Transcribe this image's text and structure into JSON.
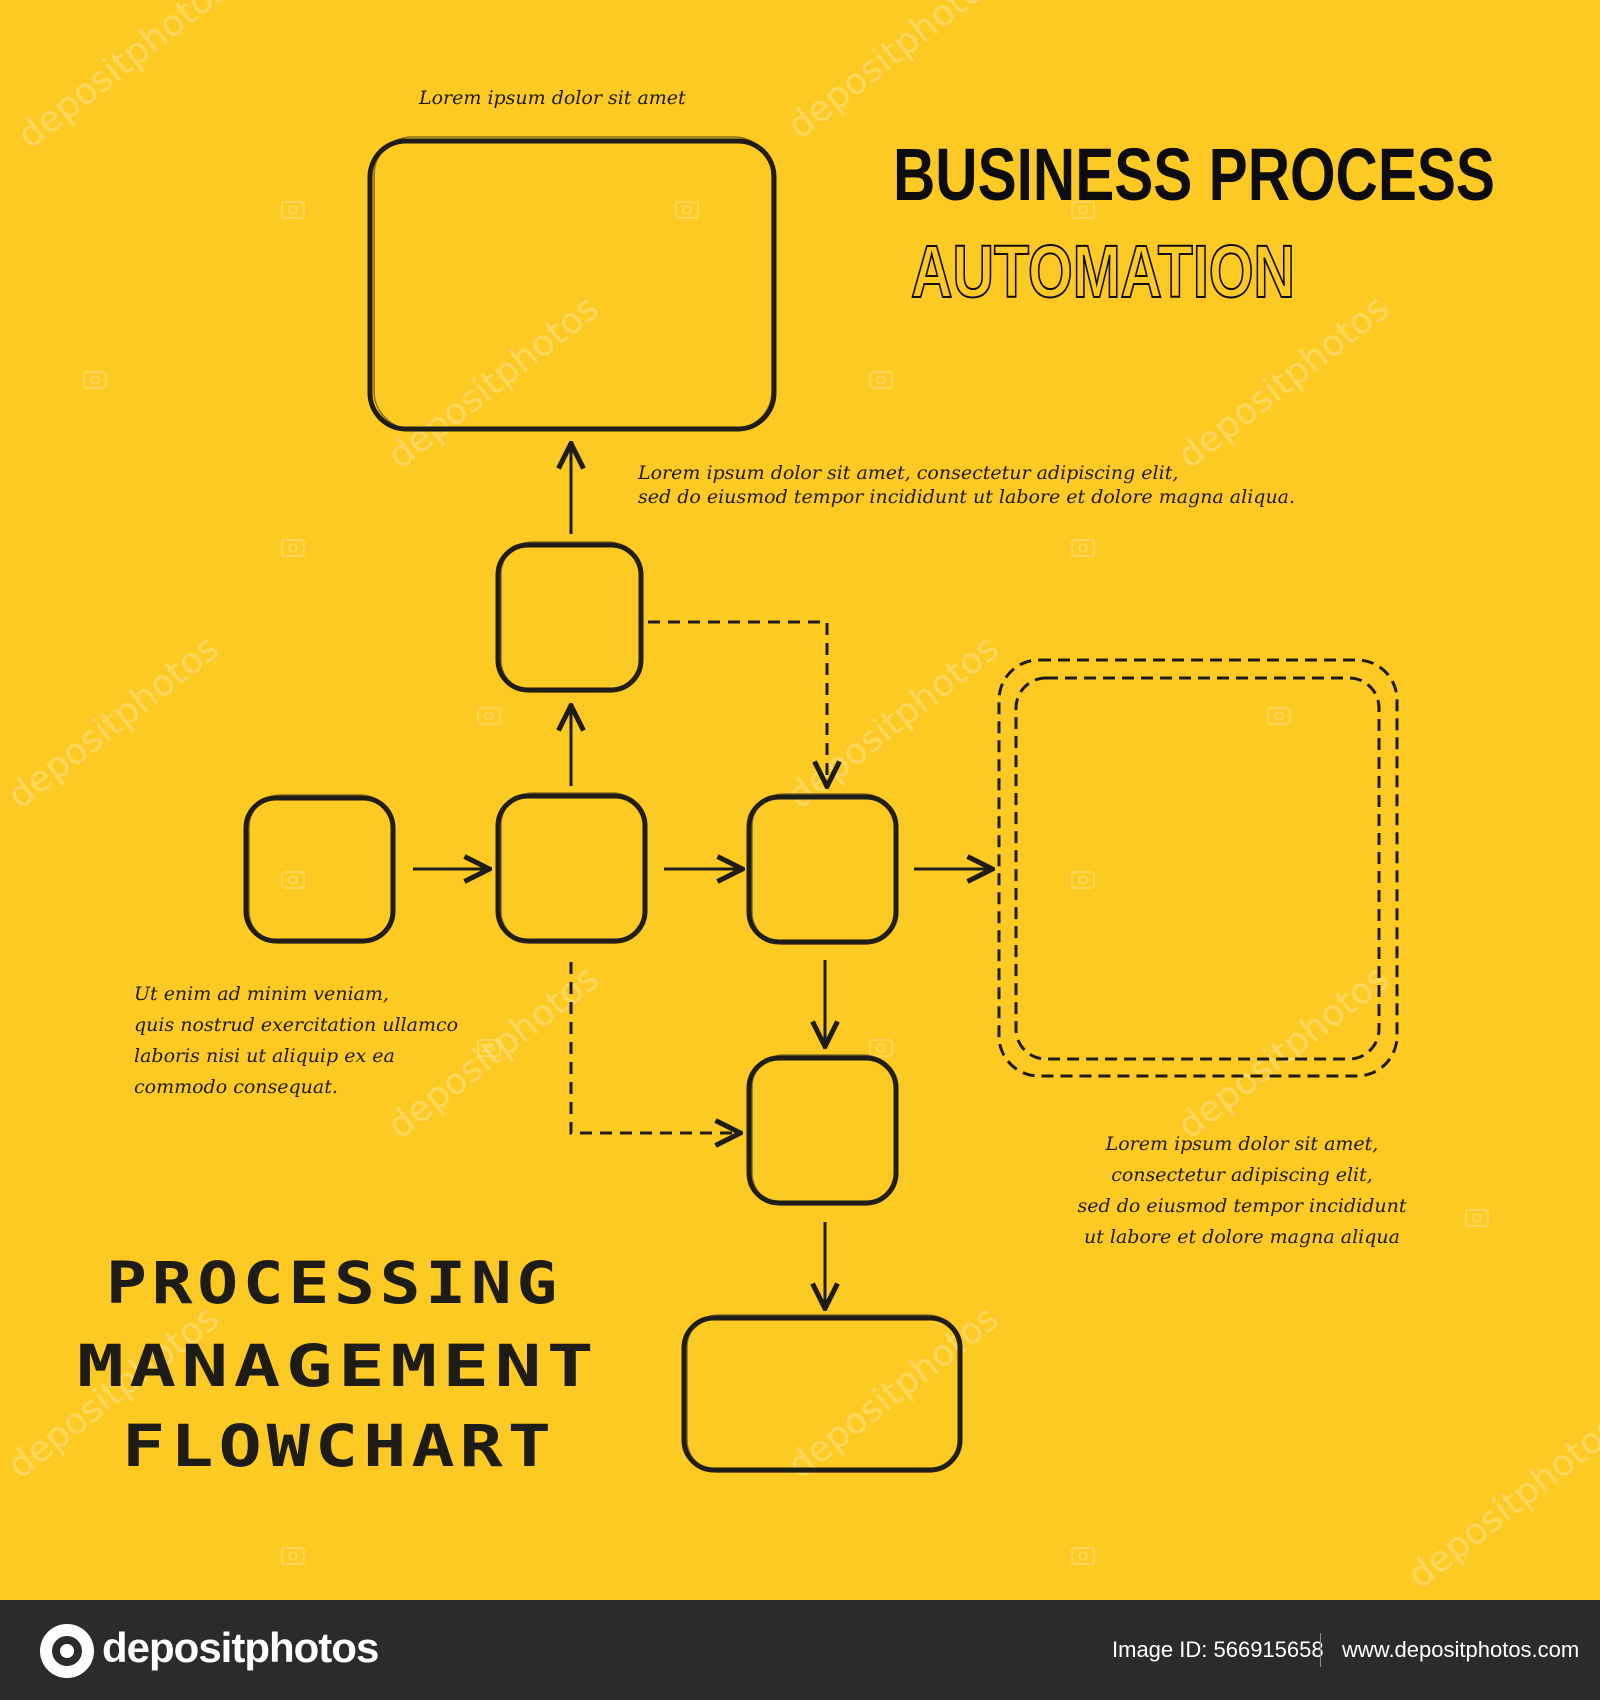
{
  "title": {
    "main": "BUSINESS PROCESS",
    "sub": "AUTOMATION"
  },
  "handwritten": {
    "line1": "PROCESSING",
    "line2": "MANAGEMENT",
    "line3": "FLOWCHART"
  },
  "notes": {
    "top": "Lorem ipsum dolor sit amet",
    "middle": [
      "Lorem ipsum dolor sit amet, consectetur adipiscing elit,",
      "sed do eiusmod tempor incididunt ut labore et dolore magna aliqua."
    ],
    "left": [
      "Ut enim ad minim veniam,",
      "quis nostrud exercitation ullamco",
      "laboris nisi ut aliquip ex ea",
      "commodo consequat."
    ],
    "right": [
      "Lorem ipsum dolor sit amet,",
      "consectetur adipiscing elit,",
      "sed do eiusmod tempor incididunt",
      "ut labore et dolore magna aliqua"
    ]
  },
  "watermark": "depositphotos",
  "footer": {
    "brand": "depositphotos",
    "image_id": "Image ID: 566915658",
    "website": "www.depositphotos.com"
  },
  "colors": {
    "background": "#fdca24",
    "ink": "#1e1c17",
    "footer": "#2b2b2b"
  }
}
